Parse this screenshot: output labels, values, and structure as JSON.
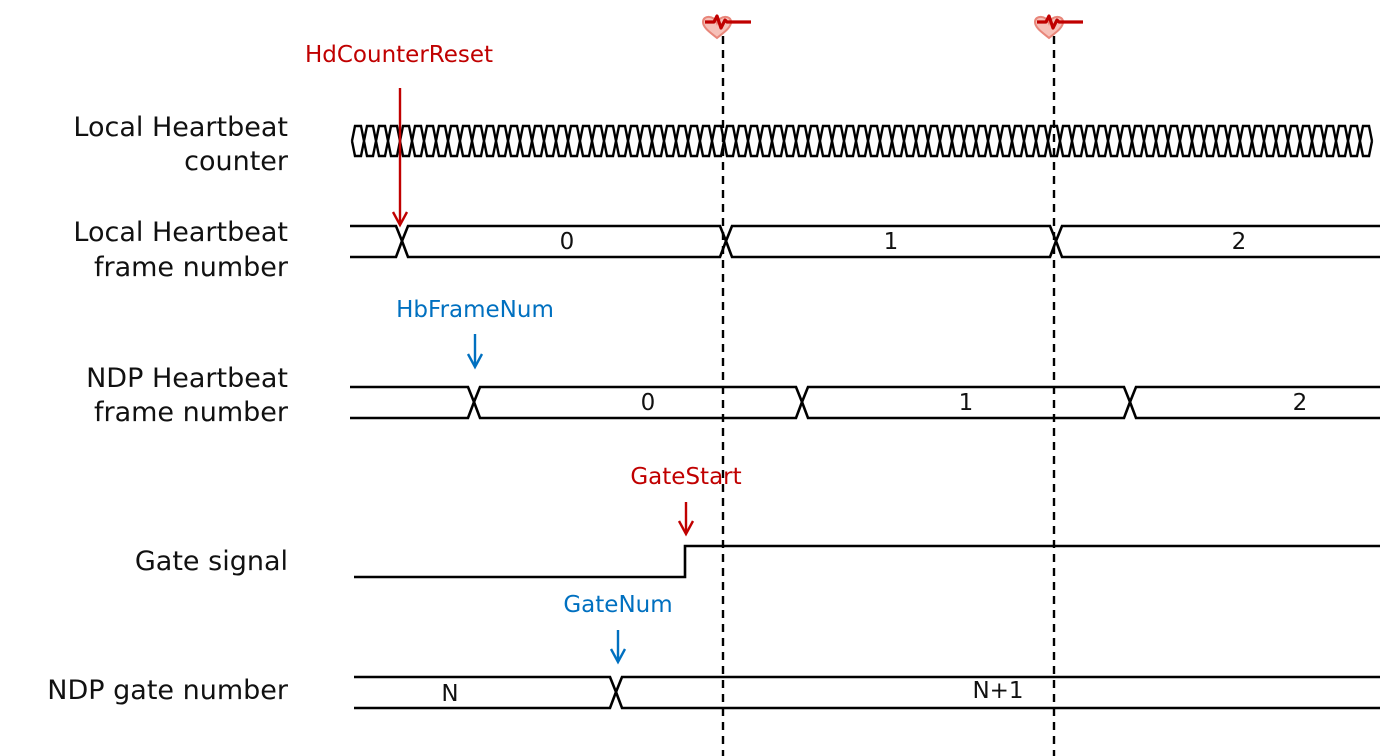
{
  "colors": {
    "signal": "#000000",
    "annotation_red": "#c00000",
    "annotation_blue": "#0070c0",
    "heartbeat_icon": "#e8867a"
  },
  "rows": {
    "local_hb_counter": {
      "label_line1": "Local Heartbeat",
      "label_line2": "counter"
    },
    "local_hb_frame": {
      "label_line1": "Local Heartbeat",
      "label_line2": "frame number",
      "values": [
        "0",
        "1",
        "2"
      ]
    },
    "ndp_hb_frame": {
      "label_line1": "NDP Heartbeat",
      "label_line2": "frame number",
      "values": [
        "0",
        "1",
        "2"
      ]
    },
    "gate_signal": {
      "label": "Gate signal"
    },
    "ndp_gate_number": {
      "label": "NDP gate number",
      "values": [
        "N",
        "N+1"
      ]
    }
  },
  "annotations": {
    "hd_counter_reset": "HdCounterReset",
    "hb_frame_num": "HbFrameNum",
    "gate_start": "GateStart",
    "gate_num": "GateNum"
  },
  "icons": [
    "heartbeat-icon",
    "heartbeat-icon"
  ]
}
